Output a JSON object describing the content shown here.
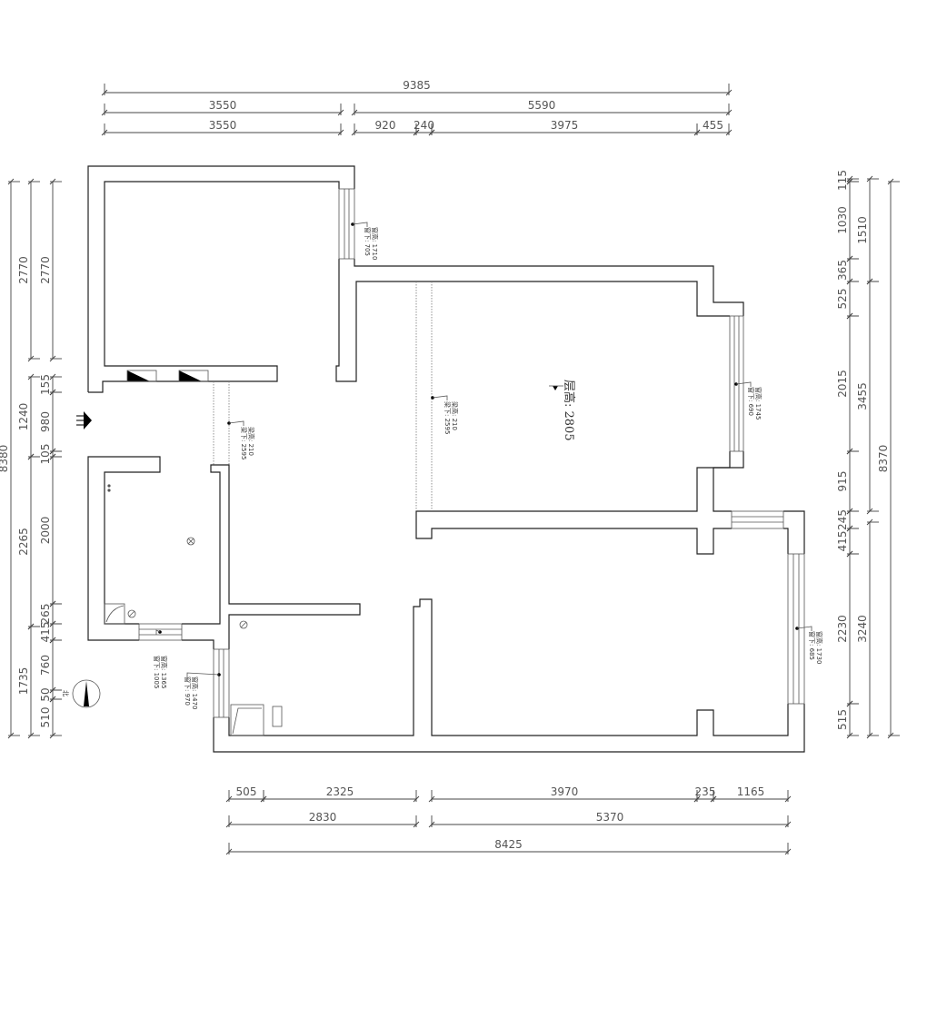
{
  "dimensions": {
    "top": {
      "overall": "9385",
      "row2": [
        "3550",
        "5590"
      ],
      "row3": [
        "3550",
        "920",
        "240",
        "3975",
        "455"
      ]
    },
    "bottom": {
      "row1": [
        "505",
        "2325",
        "3970",
        "235",
        "1165"
      ],
      "row2": [
        "2830",
        "5370"
      ],
      "overall": "8425"
    },
    "left": {
      "overall": "8380",
      "col2": [
        "2770",
        "1240",
        "2265",
        "1735"
      ],
      "col3": [
        "2770",
        "155",
        "980",
        "105",
        "2000",
        "265",
        "415",
        "760",
        "50",
        "510"
      ]
    },
    "right": {
      "col1": [
        "115",
        "1030",
        "365",
        "525",
        "2015",
        "915",
        "245",
        "415",
        "2230",
        "515"
      ],
      "col2": [
        "1510",
        "3455",
        "3240"
      ],
      "overall": "8370"
    }
  },
  "annotations": {
    "windows": [
      {
        "height": "窗高: 1710",
        "sill": "窗下: 705"
      },
      {
        "height": "窗高: 1745",
        "sill": "窗下: 690"
      },
      {
        "height": "窗高: 1730",
        "sill": "窗下: 685"
      },
      {
        "height": "窗高: 1365",
        "sill": "窗下: 1005"
      },
      {
        "height": "窗高: 1470",
        "sill": "窗下: 970"
      }
    ],
    "beams": [
      {
        "height": "梁高: 210",
        "below": "梁下: 2595"
      },
      {
        "height": "梁高: 210",
        "below": "梁下: 2595"
      }
    ],
    "ceiling_height": "层高: 2805",
    "north_label": "北"
  }
}
